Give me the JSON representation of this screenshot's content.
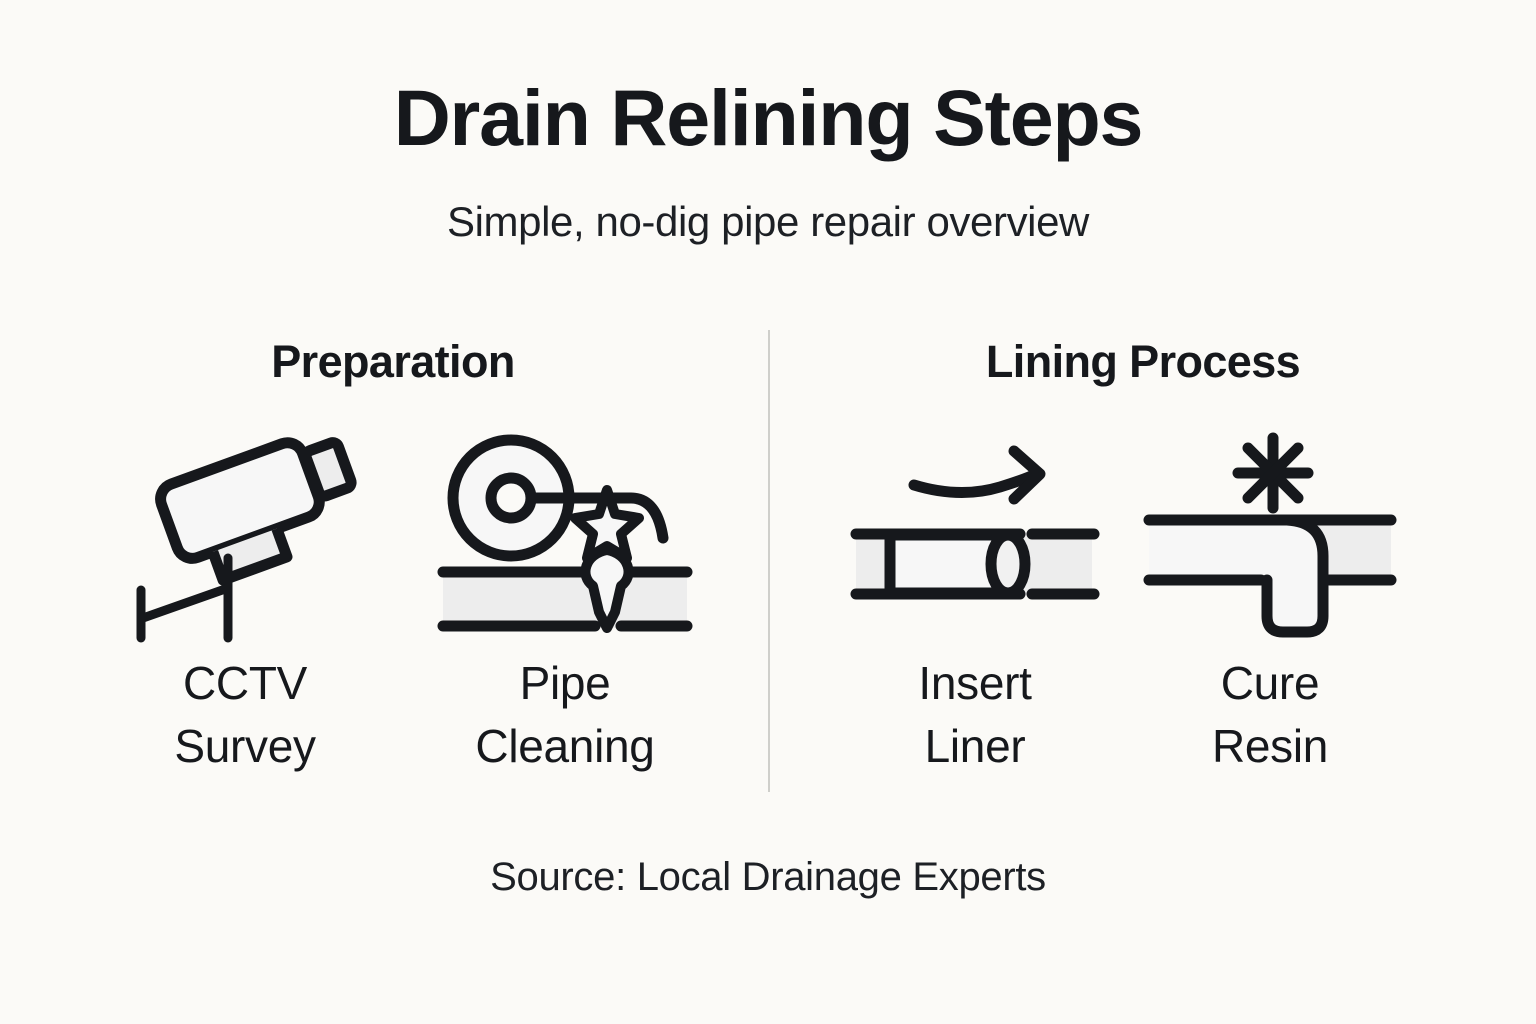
{
  "header": {
    "title": "Drain Relining Steps",
    "subtitle": "Simple, no-dig pipe repair overview"
  },
  "groups": [
    {
      "heading": "Preparation"
    },
    {
      "heading": "Lining Process"
    }
  ],
  "steps": [
    {
      "label": "CCTV\nSurvey",
      "icon": "cctv-camera-icon"
    },
    {
      "label": "Pipe\nCleaning",
      "icon": "pipe-cleaning-reel-icon"
    },
    {
      "label": "Insert\nLiner",
      "icon": "insert-liner-pipe-icon"
    },
    {
      "label": "Cure\nResin",
      "icon": "cure-resin-pipe-icon"
    }
  ],
  "footer": {
    "source": "Source: Local Drainage Experts"
  },
  "colors": {
    "background": "#FBFAF7",
    "ink": "#16181C",
    "divider": "#CFCFCB",
    "pipe_fill": "#EDEDED",
    "body_fill": "#F7F7F7"
  }
}
